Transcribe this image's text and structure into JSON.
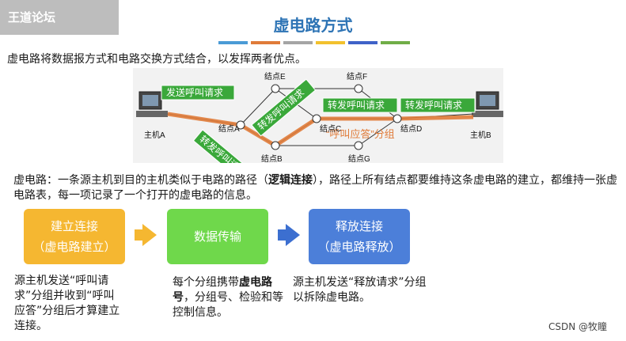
{
  "watermark": "王道论坛",
  "title": "虚电路方式",
  "colors": {
    "title": "#2e74b5",
    "bar": [
      "#4a9bd6",
      "#e07b39",
      "#a5a5a5",
      "#f2c12e",
      "#3f62c8",
      "#70ad47"
    ],
    "box1": "#f5b731",
    "box2": "#6fd84b",
    "box3": "#4c7fd9"
  },
  "intro": "虚电路将数据报方式和电路交换方式结合，以发挥两者优点。",
  "diagram": {
    "nodes": {
      "E": "结点E",
      "F": "结点F",
      "A": "结点A",
      "B": "结点B",
      "C": "结点C",
      "D": "结点D",
      "G": "结点G"
    },
    "hosts": {
      "A": "主机A",
      "B": "主机B"
    },
    "labels": {
      "send_req": "发送呼叫请求",
      "fwd_1": "转发呼叫请求",
      "fwd_2": "转发呼叫请求",
      "fwd_3": "转发呼叫请求",
      "fwd_4": "转发呼叫请求",
      "resp": "“呼叫应答”分组"
    }
  },
  "definition": {
    "p1": "虚电路：一条源主机到目的主机类似于电路的路径（",
    "bold": "逻辑连接",
    "p2": "），路径上所有结点都要维持这条虚电路的建立，都维持一张虚电路表，每一项记录了一个打开的虚电路的信息。"
  },
  "steps": [
    {
      "line1": "建立连接",
      "line2": "（虚电路建立）"
    },
    {
      "line1": "数据传输",
      "line2": ""
    },
    {
      "line1": "释放连接",
      "line2": "（虚电路释放）"
    }
  ],
  "desc1": "源主机发送“呼叫请求”分组并收到“呼叫应答”分组后才算建立连接。",
  "desc2_a": "每个分组携带",
  "desc2_b": "虚电路号",
  "desc2_c": "，分组号、检验和等控制信息。",
  "desc3": "源主机发送“释放请求”分组以拆除虚电路。",
  "csdn": "CSDN @牧瞳"
}
